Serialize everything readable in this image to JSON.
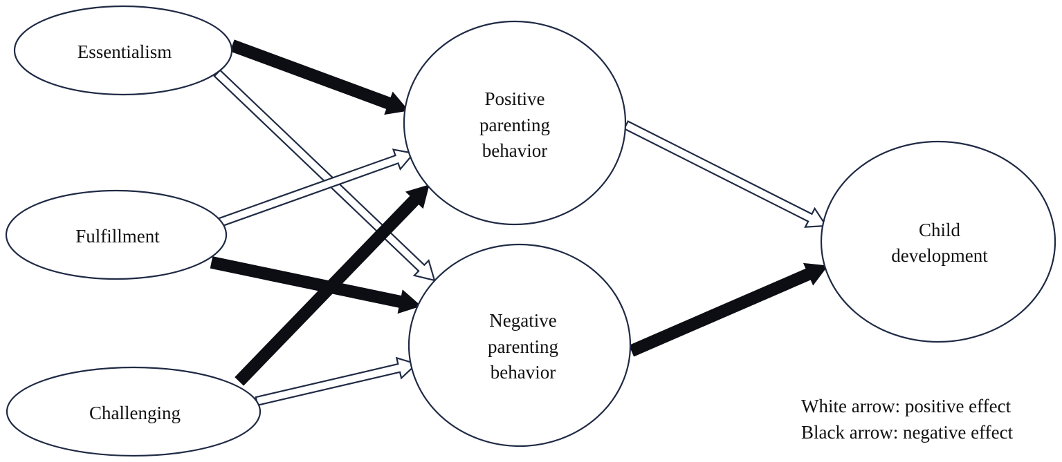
{
  "nodes": {
    "essentialism": {
      "label": [
        "Essentialism"
      ]
    },
    "fulfillment": {
      "label": [
        "Fulfillment"
      ]
    },
    "challenging": {
      "label": [
        "Challenging"
      ]
    },
    "positive": {
      "label": [
        "Positive",
        "parenting",
        "behavior"
      ]
    },
    "negative": {
      "label": [
        "Negative",
        "parenting",
        "behavior"
      ]
    },
    "child": {
      "label": [
        "Child",
        "development"
      ]
    }
  },
  "edges": [
    {
      "id": "essentialism-to-positive",
      "from": "essentialism",
      "to": "positive",
      "effect": "negative"
    },
    {
      "id": "essentialism-to-negative",
      "from": "essentialism",
      "to": "negative",
      "effect": "positive"
    },
    {
      "id": "fulfillment-to-positive",
      "from": "fulfillment",
      "to": "positive",
      "effect": "positive"
    },
    {
      "id": "fulfillment-to-negative",
      "from": "fulfillment",
      "to": "negative",
      "effect": "negative"
    },
    {
      "id": "challenging-to-positive",
      "from": "challenging",
      "to": "positive",
      "effect": "negative"
    },
    {
      "id": "challenging-to-negative",
      "from": "challenging",
      "to": "negative",
      "effect": "positive"
    },
    {
      "id": "positive-to-child",
      "from": "positive",
      "to": "child",
      "effect": "positive"
    },
    {
      "id": "negative-to-child",
      "from": "negative",
      "to": "child",
      "effect": "negative"
    }
  ],
  "legend": {
    "white": "White arrow: positive effect",
    "black": "Black arrow: negative effect"
  },
  "colors": {
    "black_arrow": "#0d0d14",
    "outline": "#1f2a44",
    "background": "#ffffff"
  }
}
